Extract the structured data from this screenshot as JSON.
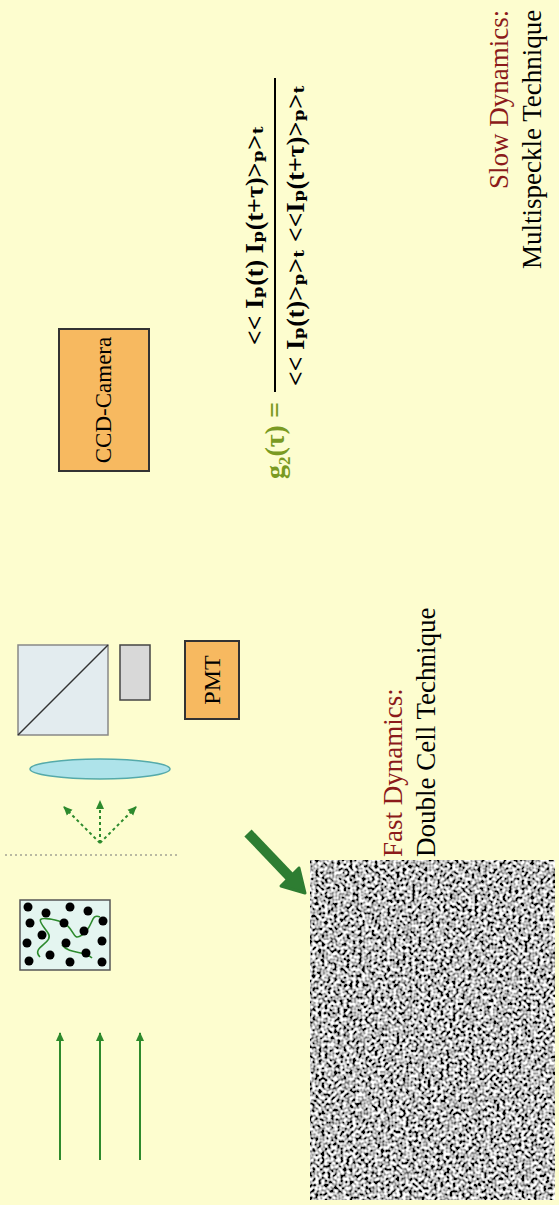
{
  "diagram": {
    "nodes": [
      {
        "text": [
          "PMT"
        ]
      },
      {
        "text": [
          "CCD-Camera"
        ]
      }
    ],
    "labels": [
      "Slow Dynamics:",
      "Multispeckle Technique",
      "g₂(τ) =",
      "<< Iₚ(t) Iₚ(t+τ)>ₚ>ₜ",
      "<< Iₚ(t)>ₚ>ₜ <<Iₚ(t+τ)>ₚ>ₜ",
      "Fast Dynamics:",
      "Double Cell Technique"
    ]
  }
}
